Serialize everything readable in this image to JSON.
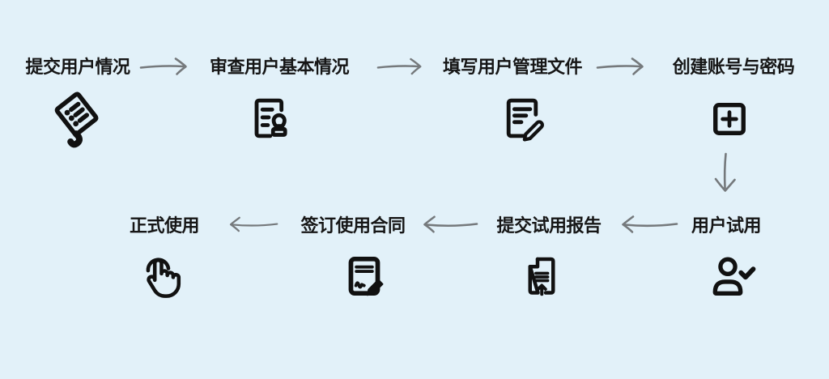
{
  "colors": {
    "background": "#e2f1f9",
    "text": "#161616",
    "arrow": "#75797c",
    "icon": "#111111"
  },
  "flow": {
    "steps": [
      {
        "label": "提交用户情况",
        "icon": "receipt-icon"
      },
      {
        "label": "审查用户基本情况",
        "icon": "document-stamp-icon"
      },
      {
        "label": "填写用户管理文件",
        "icon": "document-edit-icon"
      },
      {
        "label": "创建账号与密码",
        "icon": "add-square-icon"
      },
      {
        "label": "用户试用",
        "icon": "user-check-icon"
      },
      {
        "label": "提交试用报告",
        "icon": "document-upload-icon"
      },
      {
        "label": "签订使用合同",
        "icon": "document-sign-icon"
      },
      {
        "label": "正式使用",
        "icon": "tap-icon"
      }
    ],
    "connections": [
      {
        "from": "提交用户情况",
        "to": "审查用户基本情况",
        "direction": "right"
      },
      {
        "from": "审查用户基本情况",
        "to": "填写用户管理文件",
        "direction": "right"
      },
      {
        "from": "填写用户管理文件",
        "to": "创建账号与密码",
        "direction": "right"
      },
      {
        "from": "创建账号与密码",
        "to": "用户试用",
        "direction": "down"
      },
      {
        "from": "用户试用",
        "to": "提交试用报告",
        "direction": "left"
      },
      {
        "from": "提交试用报告",
        "to": "签订使用合同",
        "direction": "left"
      },
      {
        "from": "签订使用合同",
        "to": "正式使用",
        "direction": "left"
      }
    ]
  }
}
